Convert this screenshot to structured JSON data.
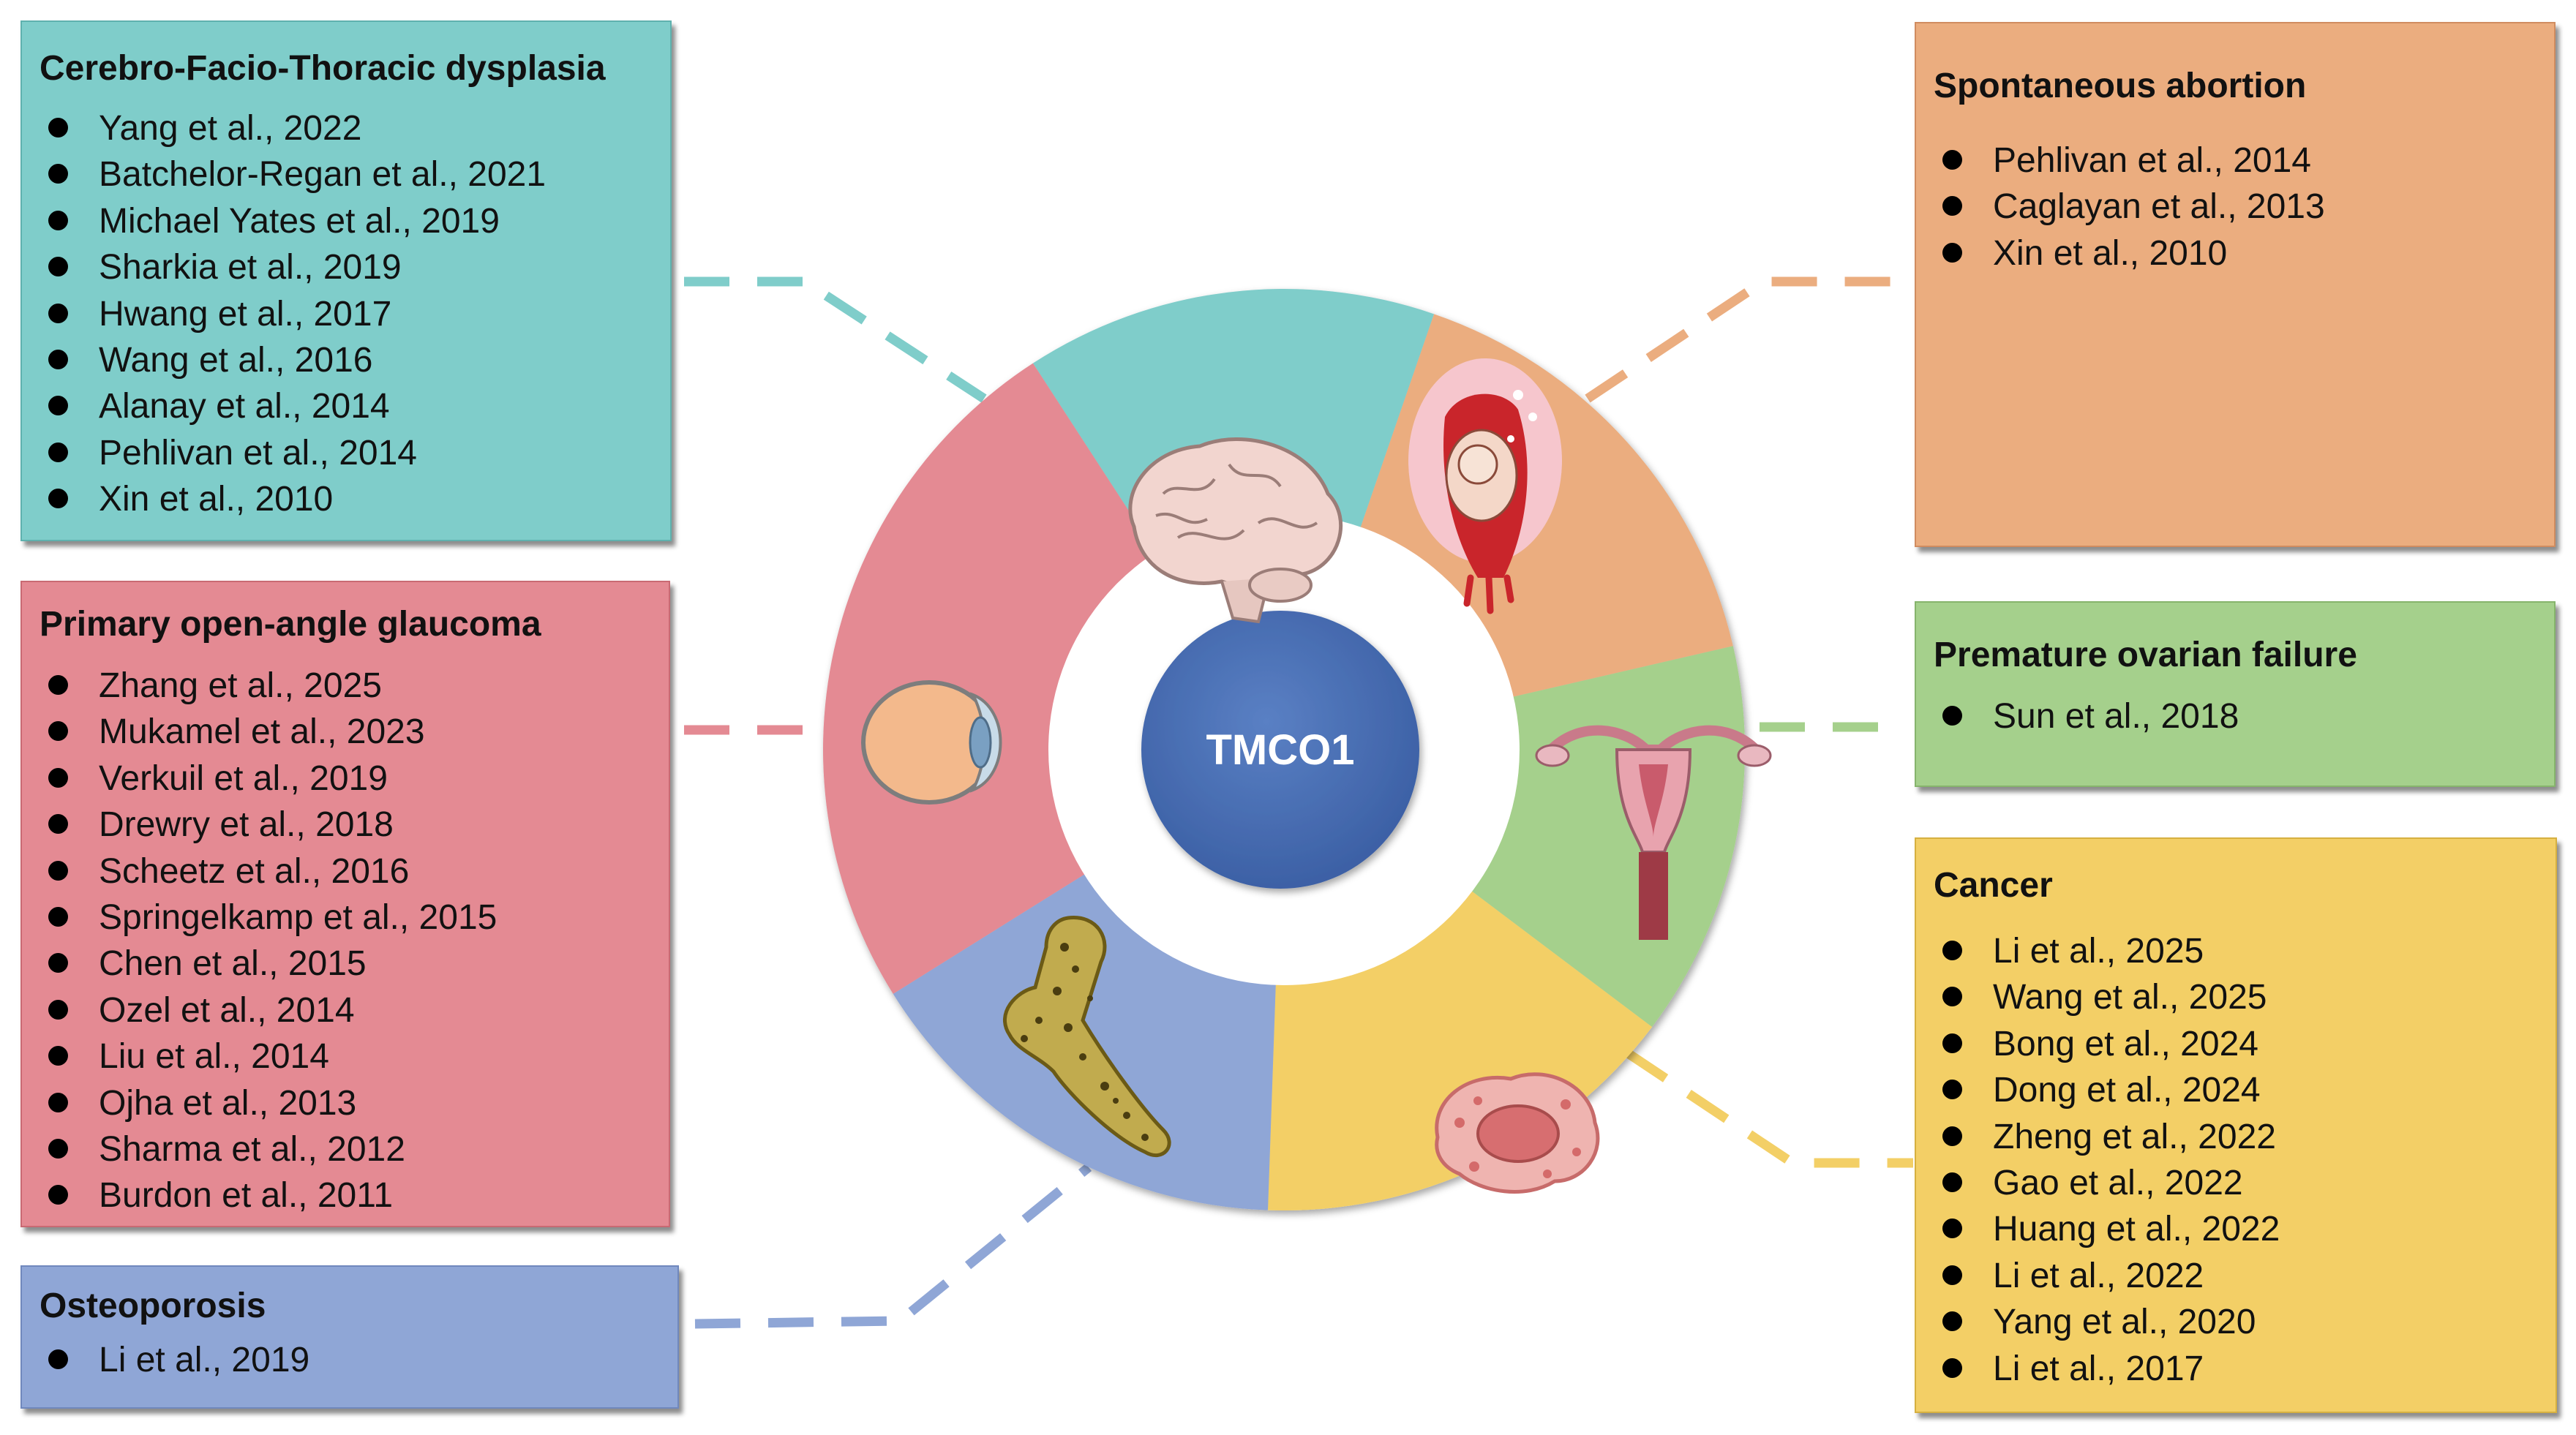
{
  "center": {
    "label": "TMCO1"
  },
  "colors": {
    "cfts": "#7fcdca",
    "abortion": "#ebad7f",
    "ovarian": "#a5d08c",
    "cancer": "#f3cf66",
    "osteoporosis": "#8fa6d6",
    "glaucoma": "#e48a93",
    "center": "#4a6fb4"
  },
  "segment_icons": [
    "brain-icon",
    "fetus-in-uterus-icon",
    "uterus-ovaries-icon",
    "tumor-cell-icon",
    "bone-icon",
    "eye-icon"
  ],
  "boxes": {
    "cfts": {
      "title": "Cerebro-Facio-Thoracic dysplasia",
      "items": [
        "Yang et al., 2022",
        "Batchelor-Regan et al., 2021",
        "Michael Yates et al., 2019",
        "Sharkia et al., 2019",
        "Hwang et al., 2017",
        "Wang et al., 2016",
        "Alanay et al., 2014",
        "Pehlivan et al., 2014",
        "Xin et al., 2010"
      ]
    },
    "glaucoma": {
      "title": "Primary open-angle glaucoma",
      "items": [
        "Zhang et al., 2025",
        "Mukamel  et al., 2023",
        "Verkuil et al., 2019",
        "Drewry et al., 2018",
        "Scheetz et al., 2016",
        "Springelkamp et al., 2015",
        "Chen et al., 2015",
        "Ozel et al., 2014",
        "Liu et al., 2014",
        "Ojha et al., 2013",
        "Sharma et al., 2012",
        "Burdon et al., 2011"
      ]
    },
    "osteoporosis": {
      "title": "Osteoporosis",
      "items": [
        "Li et al., 2019"
      ]
    },
    "abortion": {
      "title": "Spontaneous abortion",
      "items": [
        "Pehlivan et al., 2014",
        "Caglayan et al., 2013",
        "Xin et al., 2010"
      ]
    },
    "ovarian": {
      "title": "Premature ovarian failure",
      "items": [
        "Sun et al., 2018"
      ]
    },
    "cancer": {
      "title": "Cancer",
      "items": [
        "Li et al., 2025",
        "Wang et al., 2025",
        "Bong et al., 2024",
        "Dong et al., 2024",
        "Zheng et al., 2022",
        "Gao et al., 2022",
        "Huang et al., 2022",
        "Li et al., 2022",
        "Yang et al., 2020",
        "Li et al., 2017"
      ]
    }
  }
}
